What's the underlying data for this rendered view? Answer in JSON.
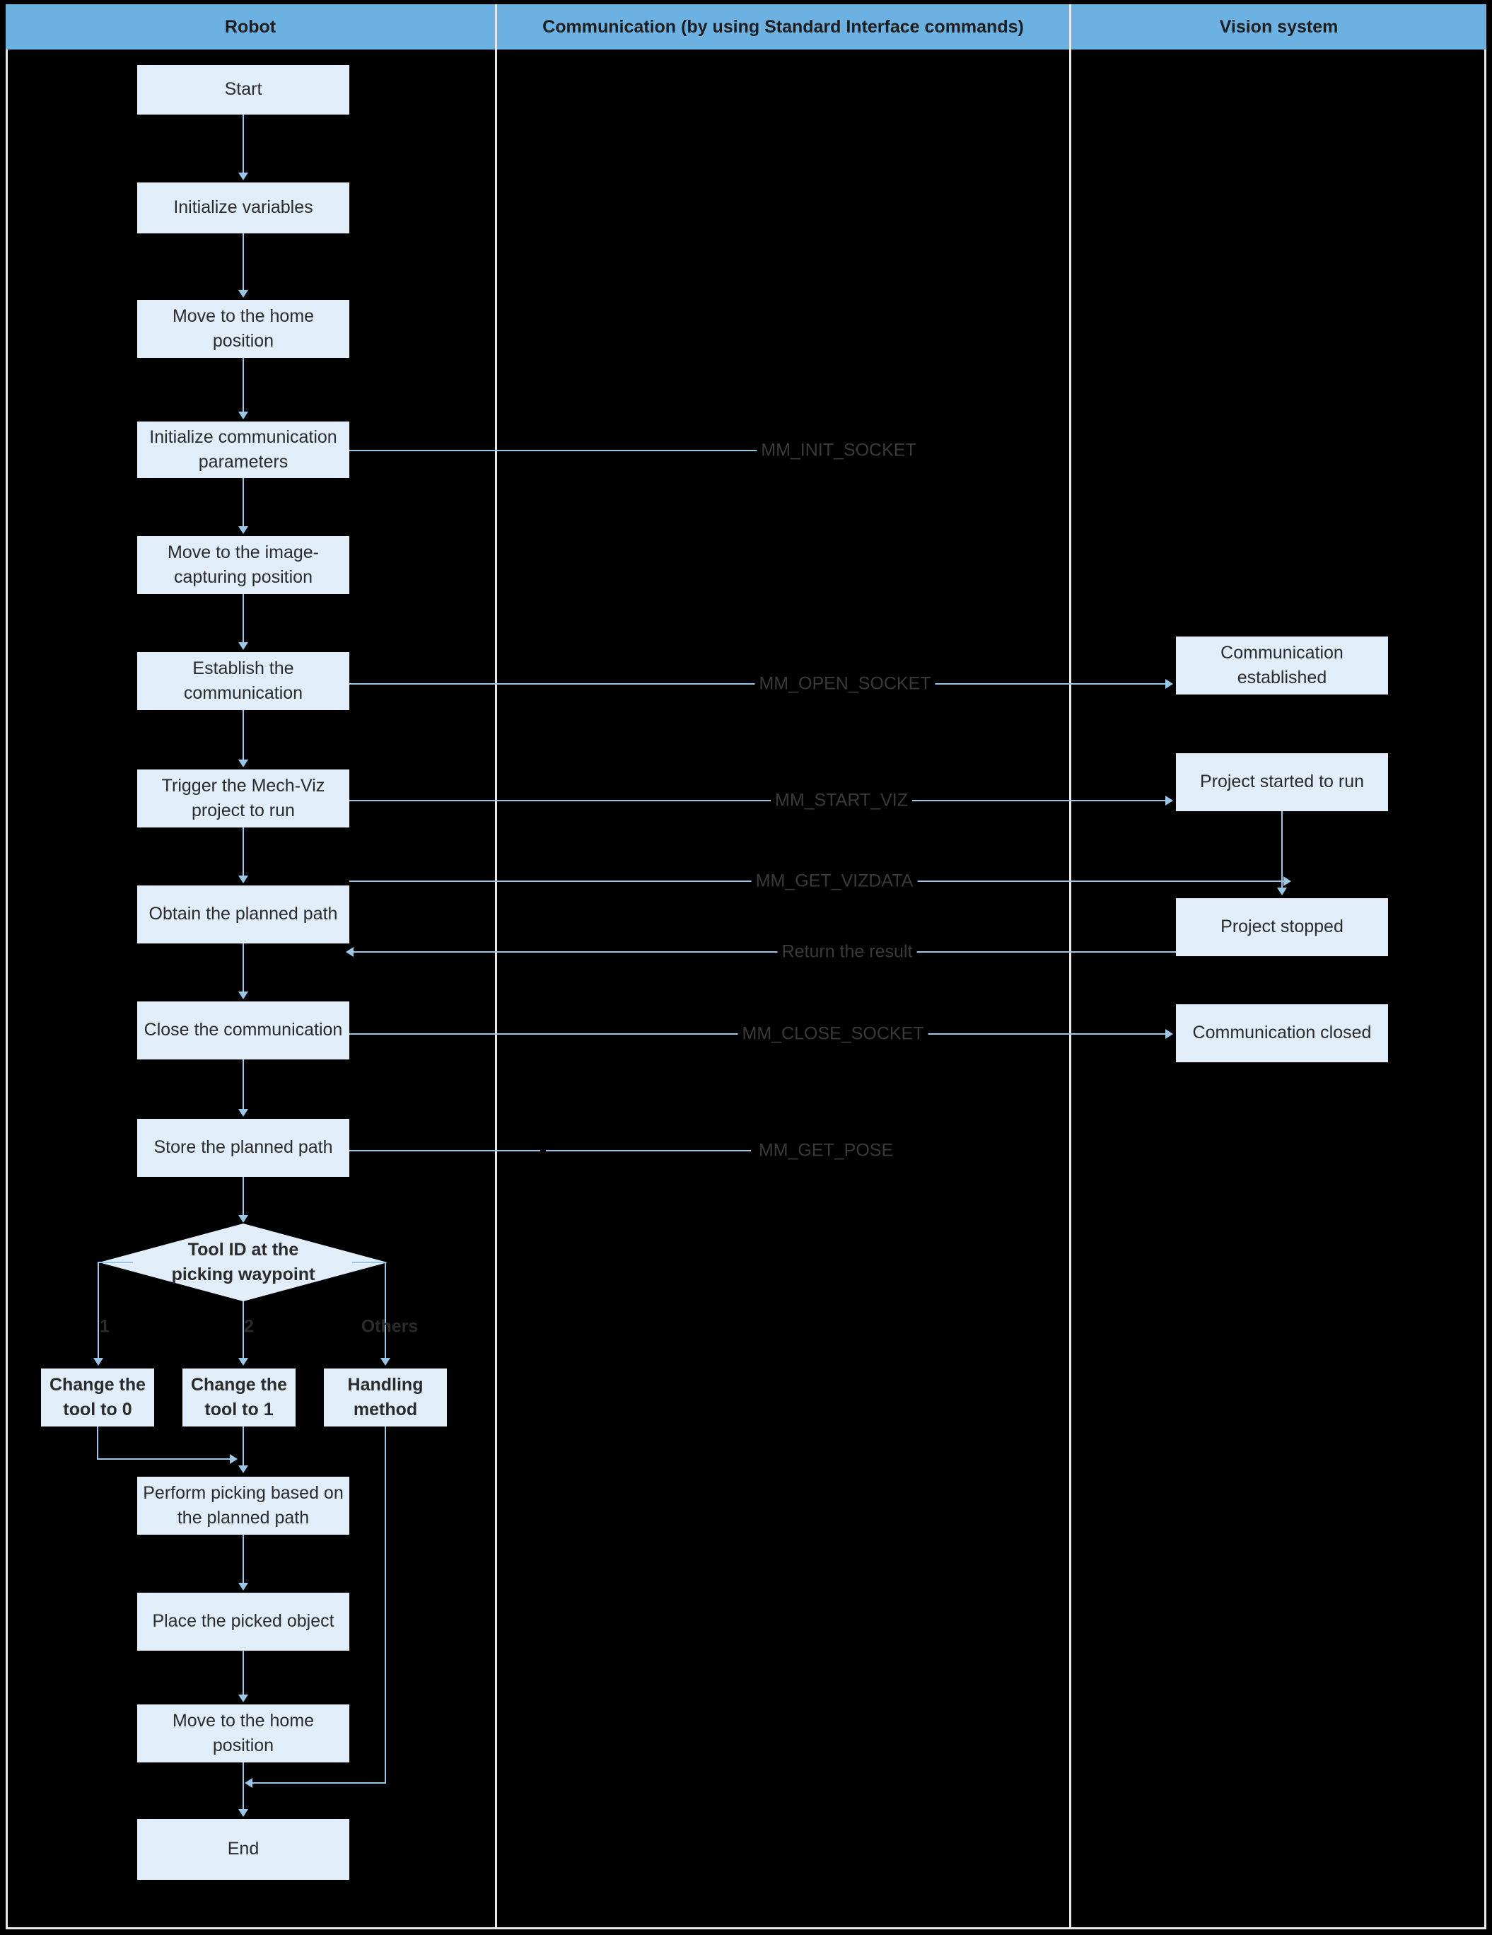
{
  "lanes": [
    {
      "title": "Robot"
    },
    {
      "title": "Communication (by using Standard Interface commands)"
    },
    {
      "title": "Vision system"
    }
  ],
  "robot_nodes": [
    {
      "id": "start",
      "label": "Start"
    },
    {
      "id": "init-vars",
      "label": "Initialize variables"
    },
    {
      "id": "home-1",
      "label": "Move to the home position"
    },
    {
      "id": "init-comm",
      "label": "Initialize communication parameters"
    },
    {
      "id": "image-pos",
      "label": "Move to the image-capturing position"
    },
    {
      "id": "establish",
      "label": "Establish the communication"
    },
    {
      "id": "trigger-viz",
      "label": "Trigger the Mech-Viz project to run"
    },
    {
      "id": "obtain-path",
      "label": "Obtain the planned path"
    },
    {
      "id": "close-comm",
      "label": "Close the communication"
    },
    {
      "id": "store-path",
      "label": "Store the planned path"
    },
    {
      "id": "tool-0",
      "label": "Change the tool to 0"
    },
    {
      "id": "tool-1",
      "label": "Change the tool to 1"
    },
    {
      "id": "handling",
      "label": "Handling method"
    },
    {
      "id": "perform-pick",
      "label": "Perform picking based on the planned path"
    },
    {
      "id": "place-object",
      "label": "Place the picked object"
    },
    {
      "id": "home-2",
      "label": "Move to the home position"
    },
    {
      "id": "end",
      "label": "End"
    }
  ],
  "decision": {
    "id": "tool-id-decision",
    "label_line1": "Tool ID at the",
    "label_line2": "picking waypoint",
    "branches": [
      {
        "value": "1"
      },
      {
        "value": "2"
      },
      {
        "value": "Others"
      }
    ]
  },
  "vision_nodes": [
    {
      "id": "comm-established",
      "label": "Communication established"
    },
    {
      "id": "project-started",
      "label": "Project started to run"
    },
    {
      "id": "project-stopped",
      "label": "Project stopped"
    },
    {
      "id": "comm-closed",
      "label": "Communication closed"
    }
  ],
  "messages": [
    {
      "id": "mm-init-socket",
      "label": "MM_INIT_SOCKET"
    },
    {
      "id": "mm-open-socket",
      "label": "MM_OPEN_SOCKET"
    },
    {
      "id": "mm-start-viz",
      "label": "MM_START_VIZ"
    },
    {
      "id": "mm-get-vizdata",
      "label": "MM_GET_VIZDATA"
    },
    {
      "id": "return-result",
      "label": "Return the result"
    },
    {
      "id": "mm-close-socket",
      "label": "MM_CLOSE_SOCKET"
    },
    {
      "id": "mm-get-pose",
      "label": "MM_GET_POSE"
    }
  ],
  "colors": {
    "lane_header_bg": "#6BB2E3",
    "node_fill": "#E1EEFA",
    "connector": "#9AC7E8",
    "frame": "#e8e8e8",
    "background": "#000000",
    "text": "#2b2b2b"
  }
}
